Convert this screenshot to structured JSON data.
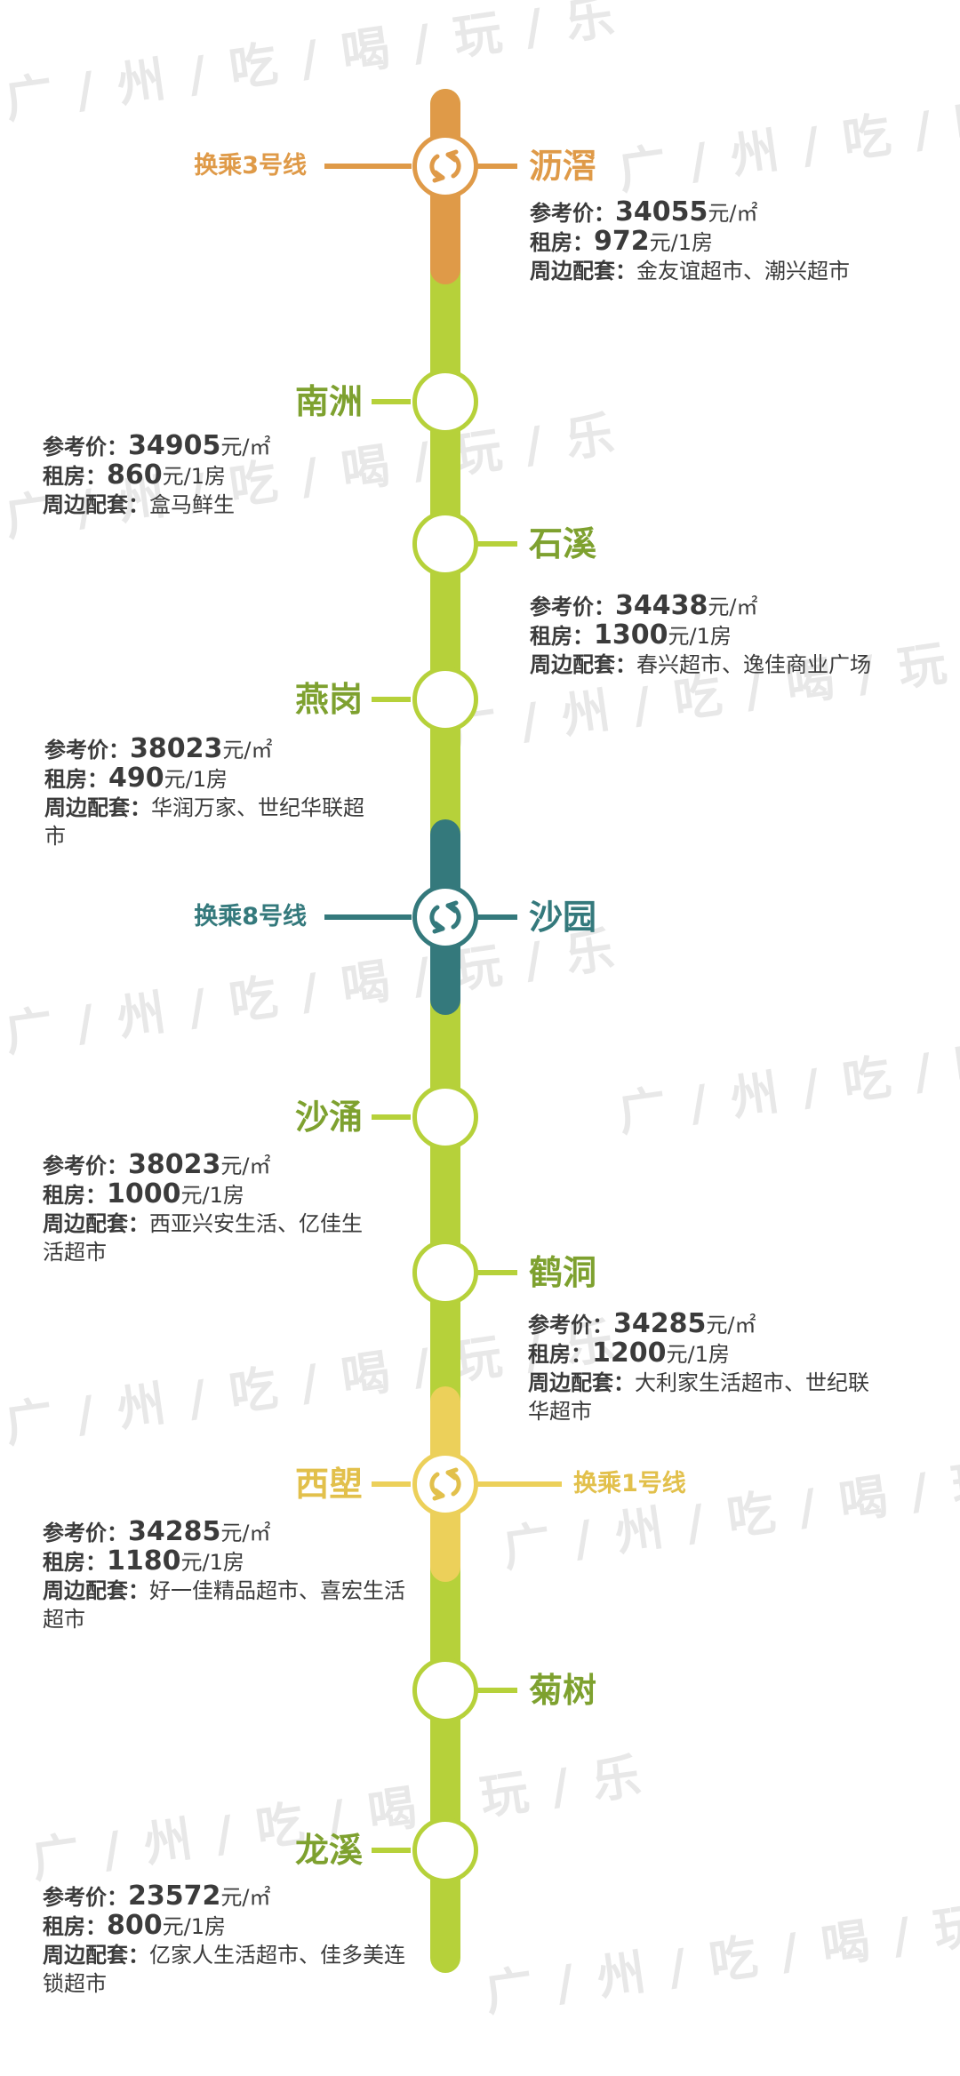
{
  "watermark": "广 / 州 / 吃 / 喝 / 玩 / 乐",
  "colors": {
    "line_green": "#b6d13a",
    "line3_orange": "#df9a48",
    "line8_teal": "#34797c",
    "line1_yellow": "#ecd05a",
    "station_text": "#7ea12f"
  },
  "labels": {
    "price_label": "参考价：",
    "rent_label": "租房：",
    "nearby_label": "周边配套：",
    "price_unit": "元/㎡",
    "rent_unit": "元/1房"
  },
  "stations": [
    {
      "name": "沥滘",
      "transfer": "换乘3号线",
      "price": "34055",
      "rent": "972",
      "nearby": "金友谊超市、潮兴超市"
    },
    {
      "name": "南洲",
      "price": "34905",
      "rent": "860",
      "nearby": "盒马鲜生"
    },
    {
      "name": "石溪",
      "price": "34438",
      "rent": "1300",
      "nearby": "春兴超市、逸佳商业广场"
    },
    {
      "name": "燕岗",
      "price": "38023",
      "rent": "490",
      "nearby": "华润万家、世纪华联超市"
    },
    {
      "name": "沙园",
      "transfer": "换乘8号线"
    },
    {
      "name": "沙涌",
      "price": "38023",
      "rent": "1000",
      "nearby": "西亚兴安生活、亿佳生活超市"
    },
    {
      "name": "鹤洞",
      "price": "34285",
      "rent": "1200",
      "nearby": "大利家生活超市、世纪联华超市"
    },
    {
      "name": "西塱",
      "transfer": "换乘1号线",
      "price": "34285",
      "rent": "1180",
      "nearby": "好一佳精品超市、喜宏生活超市"
    },
    {
      "name": "菊树"
    },
    {
      "name": "龙溪",
      "price": "23572",
      "rent": "800",
      "nearby": "亿家人生活超市、佳多美连锁超市"
    }
  ]
}
